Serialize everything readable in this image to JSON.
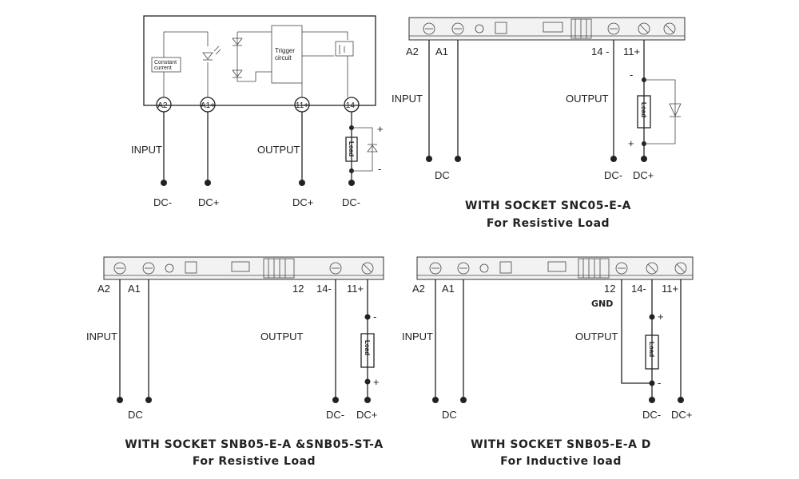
{
  "top_left": {
    "constant_current": [
      "Constant",
      "current"
    ],
    "trigger": [
      "Trigger",
      "circuit"
    ],
    "terminals": [
      "A2-",
      "A1+",
      "11+",
      "14-"
    ],
    "input_label": "INPUT",
    "output_label": "OUTPUT",
    "dc_minus_1": "DC-",
    "dc_plus_1": "DC+",
    "dc_plus_2": "DC+",
    "dc_minus_2": "DC-",
    "load": "Load",
    "plus": "+",
    "minus": "-"
  },
  "top_right": {
    "a2": "A2",
    "a1": "A1",
    "t14": "14 -",
    "t11": "11+",
    "input_label": "INPUT",
    "output_label": "OUTPUT",
    "dc": "DC",
    "dc_minus": "DC-",
    "dc_plus": "DC+",
    "load": "Load",
    "minus": "-",
    "plus": "+",
    "caption1": "WITH SOCKET SNC05-E-A",
    "caption2": "For Resistive Load"
  },
  "bottom_left": {
    "a2": "A2",
    "a1": "A1",
    "t12": "12",
    "t14": "14-",
    "t11": "11+",
    "input_label": "INPUT",
    "output_label": "OUTPUT",
    "dc": "DC",
    "dc_minus": "DC-",
    "dc_plus": "DC+",
    "load": "Load",
    "minus": "-",
    "plus": "+",
    "caption1": "WITH SOCKET SNB05-E-A &SNB05-ST-A",
    "caption2": "For Resistive Load"
  },
  "bottom_right": {
    "a2": "A2",
    "a1": "A1",
    "t12": "12",
    "gnd": "GND",
    "t14": "14-",
    "t11": "11+",
    "input_label": "INPUT",
    "output_label": "OUTPUT",
    "dc": "DC",
    "dc_minus": "DC-",
    "dc_plus": "DC+",
    "load": "Load",
    "plus": "+",
    "minus": "-",
    "caption1": "WITH SOCKET SNB05-E-A D",
    "caption2": "For Inductive load"
  }
}
